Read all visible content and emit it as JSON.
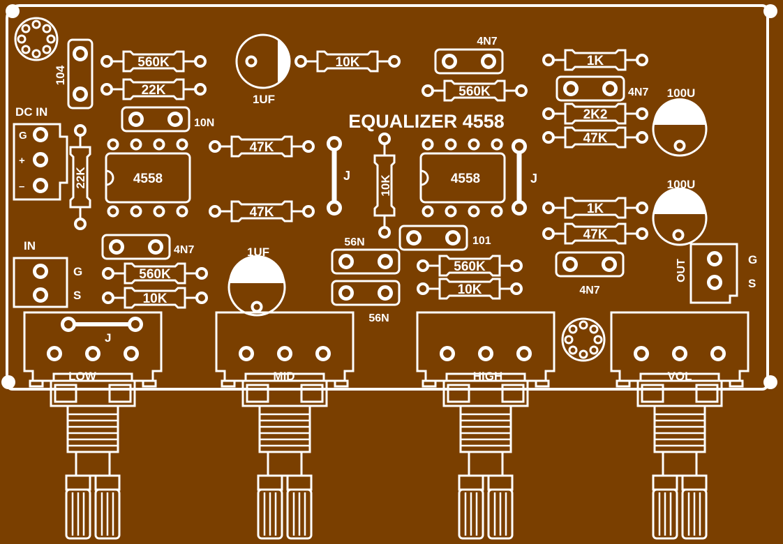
{
  "colors": {
    "board": "#7a3f00",
    "silk": "#ffffff"
  },
  "title": "EQUALIZER 4558",
  "connectors": {
    "dc_in": {
      "label": "DC IN",
      "pins": [
        "G",
        "+",
        "–"
      ]
    },
    "input": {
      "label": "IN",
      "pins": [
        "G",
        "S"
      ]
    },
    "output": {
      "label": "OUT",
      "pins": [
        "G",
        "S"
      ]
    }
  },
  "ics": [
    "4558",
    "4558"
  ],
  "resistors": [
    "560K",
    "22K",
    "10K",
    "47K",
    "47K",
    "560K",
    "10K",
    "22K",
    "10K",
    "560K",
    "10K",
    "1K",
    "2K2",
    "47K",
    "1K",
    "47K"
  ],
  "capacitors": {
    "film": [
      "104",
      "10N",
      "4N7",
      "4N7",
      "4N7",
      "4N7",
      "56N",
      "56N",
      "101"
    ],
    "electrolytic": [
      "1UF",
      "1UF",
      "100U",
      "100U"
    ]
  },
  "jumpers": [
    "J",
    "J",
    "J"
  ],
  "pots": [
    "LOW",
    "MID",
    "HIGH",
    "VOL"
  ]
}
